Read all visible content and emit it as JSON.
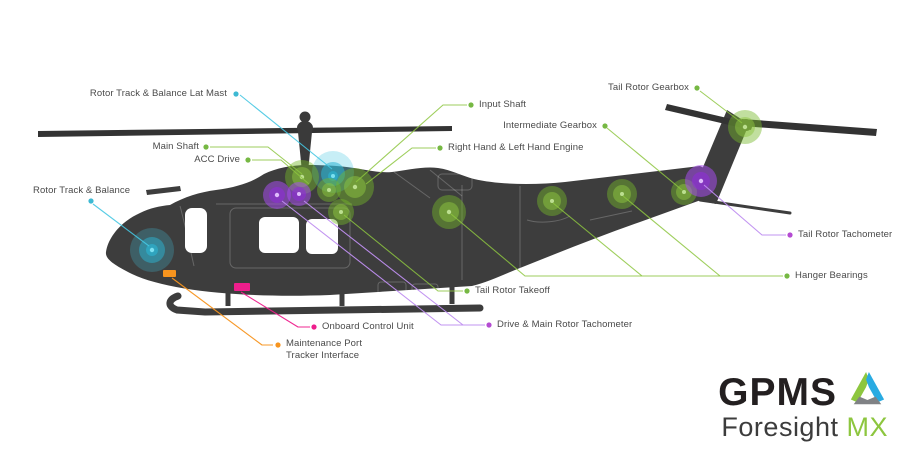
{
  "diagram": {
    "labels": [
      {
        "text": "Rotor Track & Balance Lat Mast",
        "color": "cyan"
      },
      {
        "text": "Main Shaft",
        "color": "green"
      },
      {
        "text": "ACC Drive",
        "color": "green"
      },
      {
        "text": "Rotor Track & Balance",
        "color": "cyan"
      },
      {
        "text": "Input Shaft",
        "color": "green"
      },
      {
        "text": "Intermediate Gearbox",
        "color": "green"
      },
      {
        "text": "Right Hand & Left Hand Engine",
        "color": "green"
      },
      {
        "text": "Tail Rotor Gearbox",
        "color": "green"
      },
      {
        "text": "Tail Rotor Tachometer",
        "color": "purple"
      },
      {
        "text": "Hanger Bearings",
        "color": "green"
      },
      {
        "text": "Tail Rotor Takeoff",
        "color": "green"
      },
      {
        "text": "Drive & Main Rotor Tachometer",
        "color": "purple"
      },
      {
        "text": "Onboard Control Unit",
        "color": "magenta"
      },
      {
        "text": "Maintenance Port",
        "text2": "Tracker Interface",
        "color": "orange"
      }
    ],
    "colors": {
      "green": "#8dc63f",
      "cyan": "#45c6e2",
      "purple": "#a64ced",
      "magenta": "#ee1e8c",
      "orange": "#f7941e",
      "body": "#3d3d3d",
      "label_text": "#4a4a4a"
    }
  },
  "logo": {
    "brand": "GPMS",
    "product": "Foresight",
    "suffix": "MX"
  }
}
